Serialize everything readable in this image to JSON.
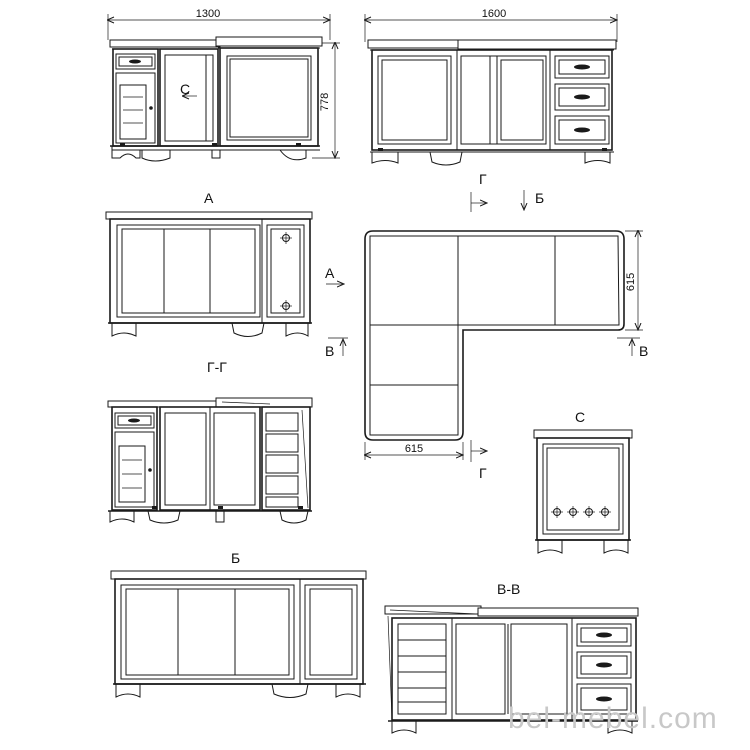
{
  "dimensions": {
    "front_width": "1300",
    "rear_width": "1600",
    "height": "778",
    "side_depth": "615",
    "bottom_depth": "615"
  },
  "view_labels": {
    "view_a": "А",
    "view_b": "Б",
    "view_c": "С",
    "section_g": "Г-Г",
    "section_v": "В-В"
  },
  "markers": {
    "g": "Г",
    "b": "Б",
    "a": "А",
    "v": "В",
    "c": "С"
  },
  "watermark": "bel-mebel.com"
}
